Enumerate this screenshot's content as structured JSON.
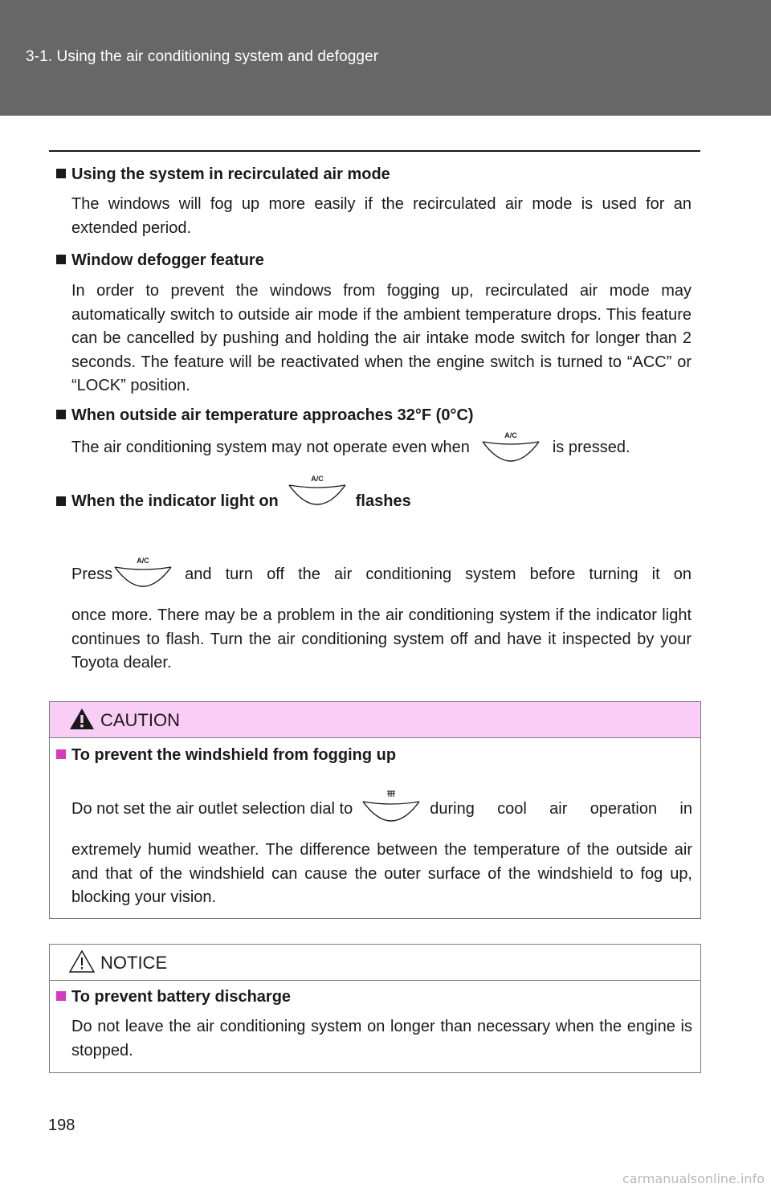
{
  "header": {
    "title": "3-1. Using the air conditioning system and defogger"
  },
  "sections": [
    {
      "heading": "Using the system in recirculated air mode",
      "body": "The windows will fog up more easily if the recirculated air mode is used for an extended period."
    },
    {
      "heading": "Window defogger feature",
      "body": "In order to prevent the windows from fogging up, recirculated air mode may automatically switch to outside air mode if the ambient temperature drops. This feature can be cancelled by pushing and holding the air intake mode switch for longer than 2 seconds. The feature will be reactivated when the engine switch is turned to “ACC” or “LOCK” position."
    },
    {
      "heading": "When outside air temperature approaches 32°F (0°C)",
      "body_before": "The air conditioning system may not operate even when",
      "body_after": "is pressed."
    },
    {
      "heading_before": "When the indicator light on",
      "heading_after": "flashes",
      "body_before": "Press",
      "body_after": "and turn off the air conditioning system before turning it on",
      "body_rest": "once more. There may be a problem in the air conditioning system if the indicator light continues to flash. Turn the air conditioning system off and have it inspected by your Toyota dealer."
    }
  ],
  "icons": {
    "ac_label": "A/C"
  },
  "caution": {
    "title": "CAUTION",
    "heading": "To prevent the windshield from fogging up",
    "body_before": "Do not set the air outlet selection dial to",
    "body_after": "during cool air operation in",
    "body_rest": "extremely humid weather. The difference between the temperature of the outside air and that of the windshield can cause the outer surface of the windshield to fog up, blocking your vision."
  },
  "notice": {
    "title": "NOTICE",
    "heading": "To prevent battery discharge",
    "body": "Do not leave the air conditioning system on longer than necessary when the engine is stopped."
  },
  "page_number": "198",
  "watermark": "carmanualsonline.info",
  "colors": {
    "header_bg": "#676767",
    "caution_bg": "#f9cdf6",
    "caution_accent": "#d63bbf"
  }
}
